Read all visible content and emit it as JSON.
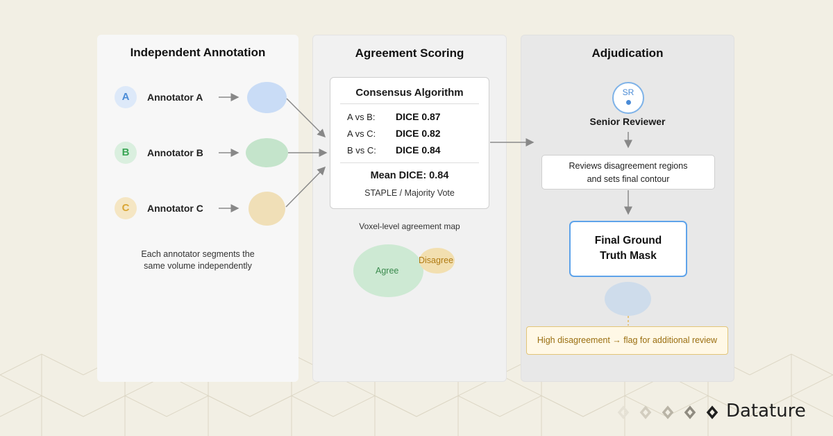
{
  "colors": {
    "background": "#f2efe4",
    "annotator_a": "#4a8bd6",
    "annotator_b": "#3aa655",
    "annotator_c": "#d9a636",
    "final_border": "#5ea3ea",
    "flag_text": "#9a6e10"
  },
  "panels": {
    "annotation": {
      "title": "Independent Annotation",
      "annotators": [
        {
          "letter": "A",
          "label": "Annotator A"
        },
        {
          "letter": "B",
          "label": "Annotator B"
        },
        {
          "letter": "C",
          "label": "Annotator C"
        }
      ],
      "note_line1": "Each annotator segments the",
      "note_line2": "same volume independently"
    },
    "scoring": {
      "title": "Agreement Scoring",
      "consensus": {
        "title": "Consensus Algorithm",
        "pairs": [
          {
            "label": "A vs B:",
            "value": "DICE 0.87"
          },
          {
            "label": "A vs C:",
            "value": "DICE 0.82"
          },
          {
            "label": "B vs C:",
            "value": "DICE 0.84"
          }
        ],
        "mean": "Mean DICE: 0.84",
        "method": "STAPLE / Majority Vote"
      },
      "map_caption": "Voxel-level agreement map",
      "agree_label": "Agree",
      "disagree_label": "Disagree"
    },
    "adjudication": {
      "title": "Adjudication",
      "reviewer_initials": "SR",
      "reviewer_label": "Senior Reviewer",
      "reviews_line1": "Reviews disagreement regions",
      "reviews_line2": "and sets final contour",
      "final_line1": "Final Ground",
      "final_line2": "Truth Mask",
      "flag_text": "High disagreement → flag for additional review"
    }
  },
  "brand": {
    "name": "Datature",
    "icon": "datature-logo-icon"
  }
}
